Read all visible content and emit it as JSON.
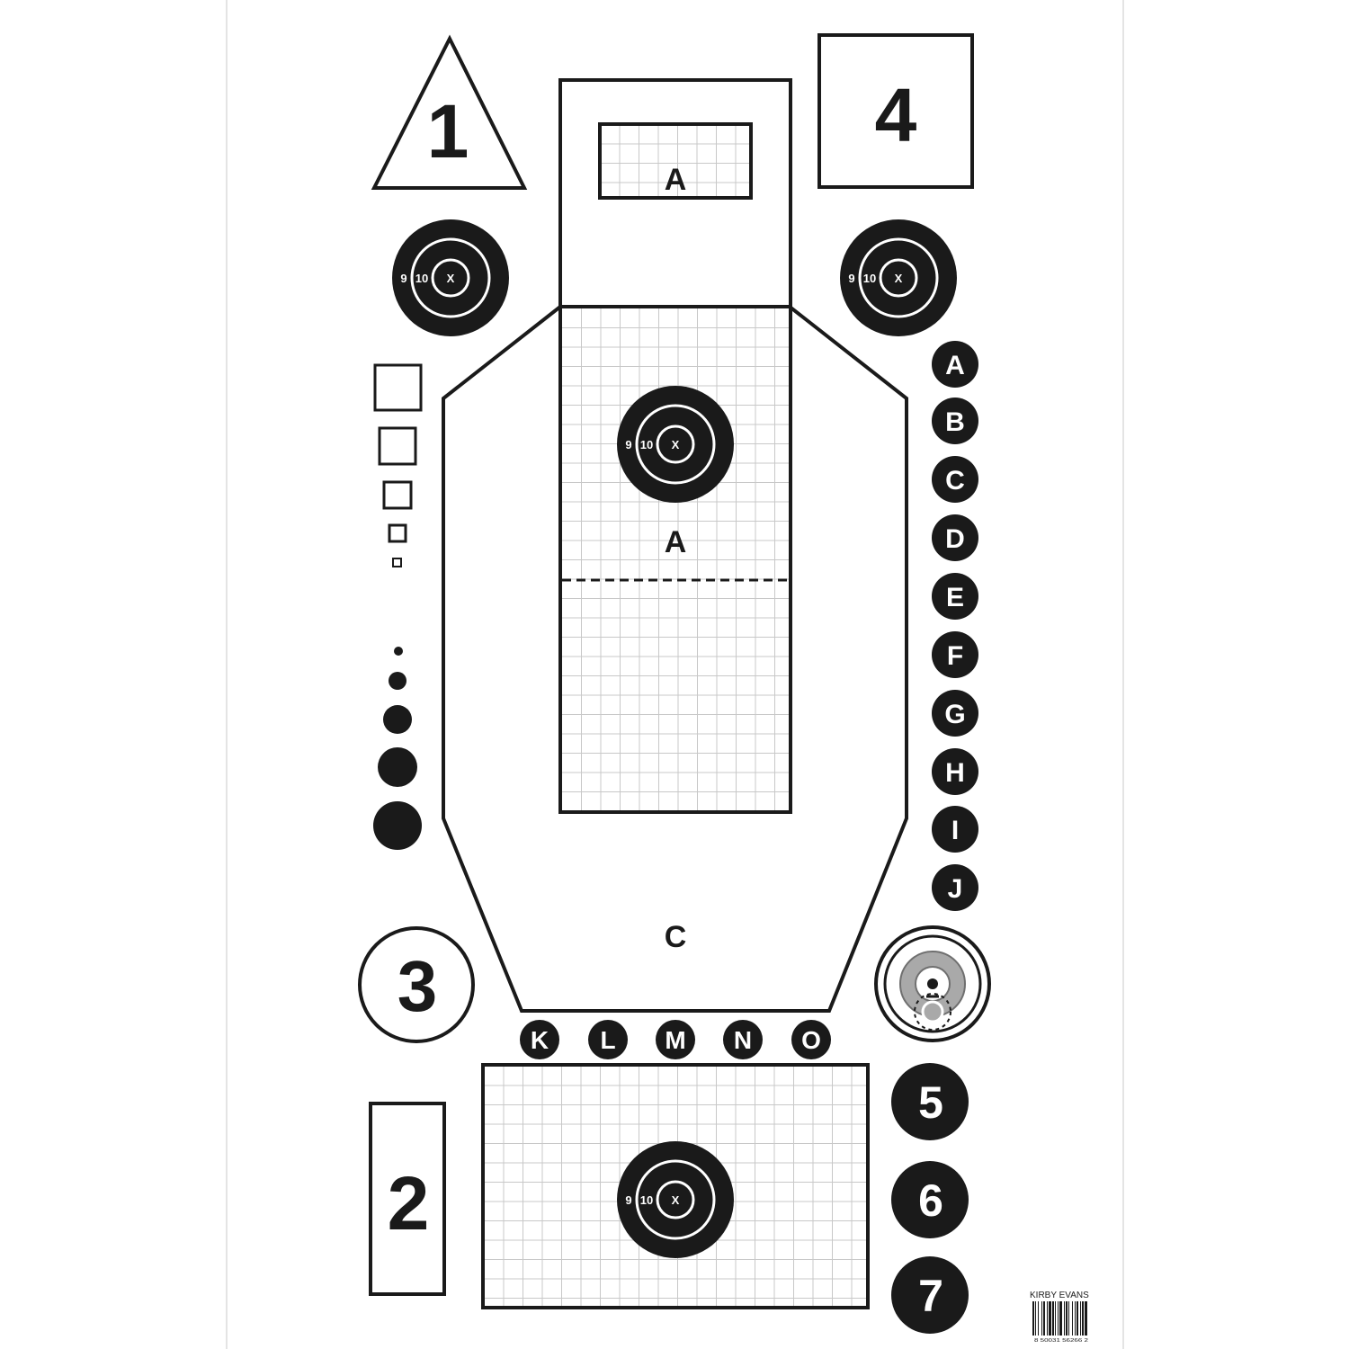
{
  "colors": {
    "ink": "#1a1a1a",
    "paper": "#ffffff",
    "grid": "#c8c8c8",
    "edge": "#e4e4e4",
    "gray_ring": "#a9a9a9"
  },
  "shapes": {
    "triangle_label": "1",
    "rect_label": "2",
    "circle_label": "3",
    "square_label": "4"
  },
  "zones": {
    "head_box_label": "A",
    "chest_label": "A",
    "body_label": "C"
  },
  "bullseye": {
    "ring_9": "9",
    "ring_10": "10",
    "center": "X"
  },
  "letter_dots_vertical": [
    "A",
    "B",
    "C",
    "D",
    "E",
    "F",
    "G",
    "H",
    "I",
    "J"
  ],
  "letter_dots_horizontal": [
    "K",
    "L",
    "M",
    "N",
    "O"
  ],
  "number_dots": [
    "5",
    "6",
    "7"
  ],
  "brand": {
    "name": "KIRBY EVANS",
    "barcode_digits": "8 50031 56266 2"
  }
}
